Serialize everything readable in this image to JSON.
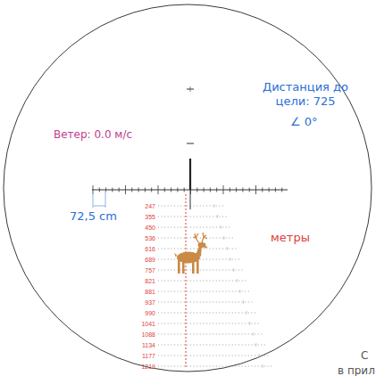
{
  "diagram": {
    "labels": [
      "Дистанция до цели: 725",
      "∠ 0°",
      "Ветер: 0.0 м/с",
      "72,5 cm",
      "метры",
      "247",
      "355",
      "450",
      "536",
      "616",
      "689",
      "757",
      "821",
      "881",
      "937",
      "990",
      "1041",
      "1088",
      "1134",
      "1177",
      "1219",
      "С",
      "в прил"
    ]
  }
}
